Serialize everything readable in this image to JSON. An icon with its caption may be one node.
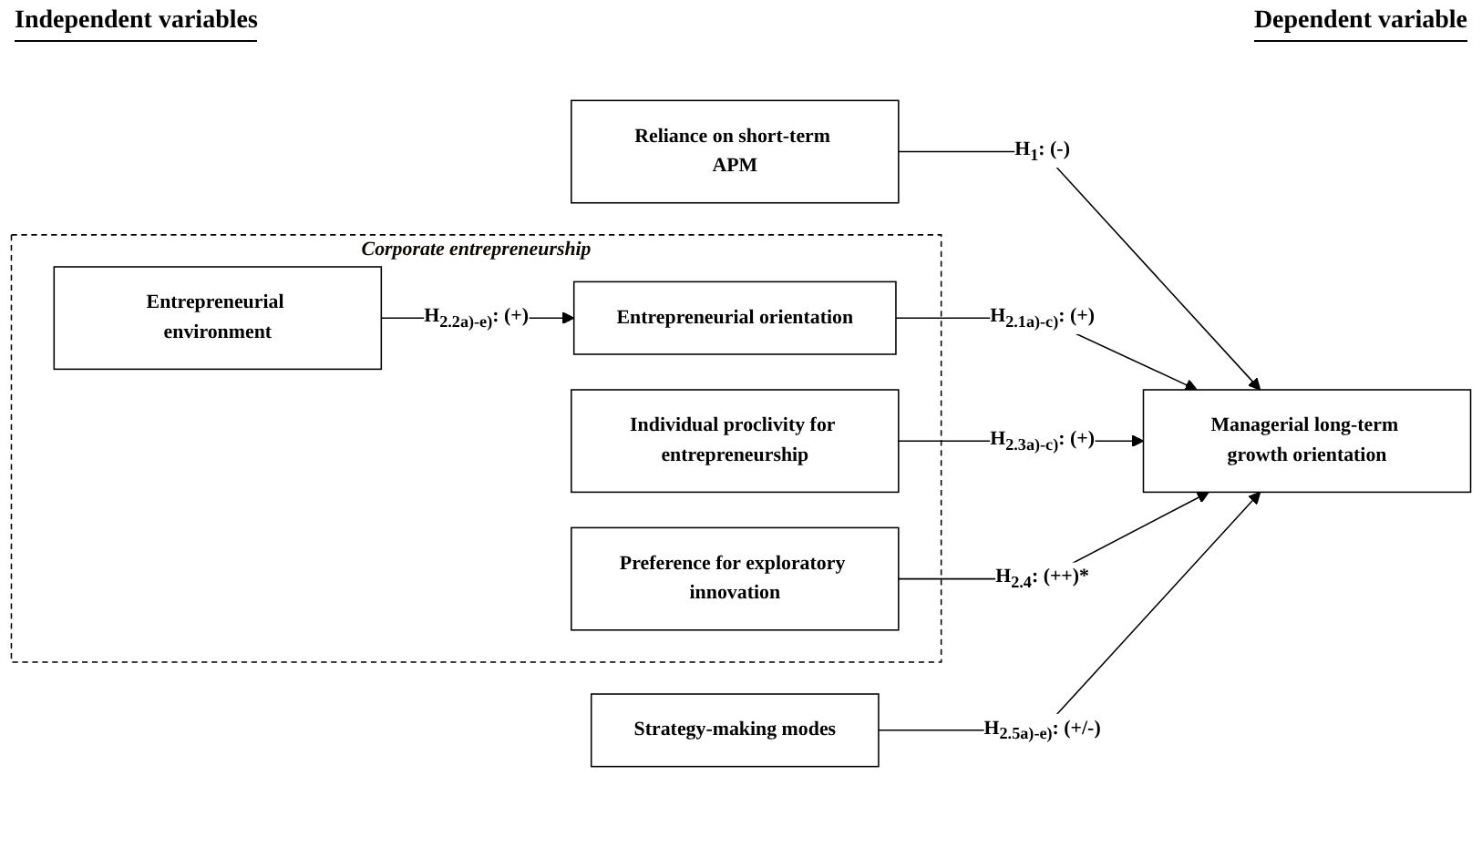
{
  "diagram": {
    "nodes": [
      {
        "text": [
          "Reliance on short-term APM"
        ]
      },
      {
        "text": [
          "Corporate entrepreneurship"
        ]
      },
      {
        "text": [
          "Entrepreneurial environment"
        ],
        "in": 1
      },
      {
        "text": [
          "Entrepreneurial orientation"
        ],
        "in": 1
      },
      {
        "text": [
          "Individual proclivity for entrepreneurship"
        ],
        "in": 1
      },
      {
        "text": [
          "Preference for exploratory innovation"
        ],
        "in": 1
      },
      {
        "text": [
          "Strategy-making modes"
        ]
      },
      {
        "text": [
          "Managerial long-term growth orientation"
        ]
      }
    ],
    "edges": [
      {
        "from": 0,
        "to": 7,
        "arrow": "to",
        "label": "H$_{1}$: (-)"
      },
      {
        "from": 2,
        "to": 3,
        "arrow": "to",
        "label": "H$_{2.2a)-e)}$: (+)"
      },
      {
        "from": 3,
        "to": 7,
        "arrow": "to",
        "label": "H$_{2.1a)-c)}$: (+)"
      },
      {
        "from": 4,
        "to": 7,
        "arrow": "to",
        "label": "H$_{2.3a)-c)}$: (+)"
      },
      {
        "from": 5,
        "to": 7,
        "arrow": "to",
        "label": "H$_{2.4}$: (++)*"
      },
      {
        "from": 6,
        "to": 7,
        "arrow": "to",
        "label": "H$_{2.5a)-e)}$: (+/-)"
      }
    ],
    "labels": [
      "Independent variables",
      "Dependent variable"
    ]
  }
}
